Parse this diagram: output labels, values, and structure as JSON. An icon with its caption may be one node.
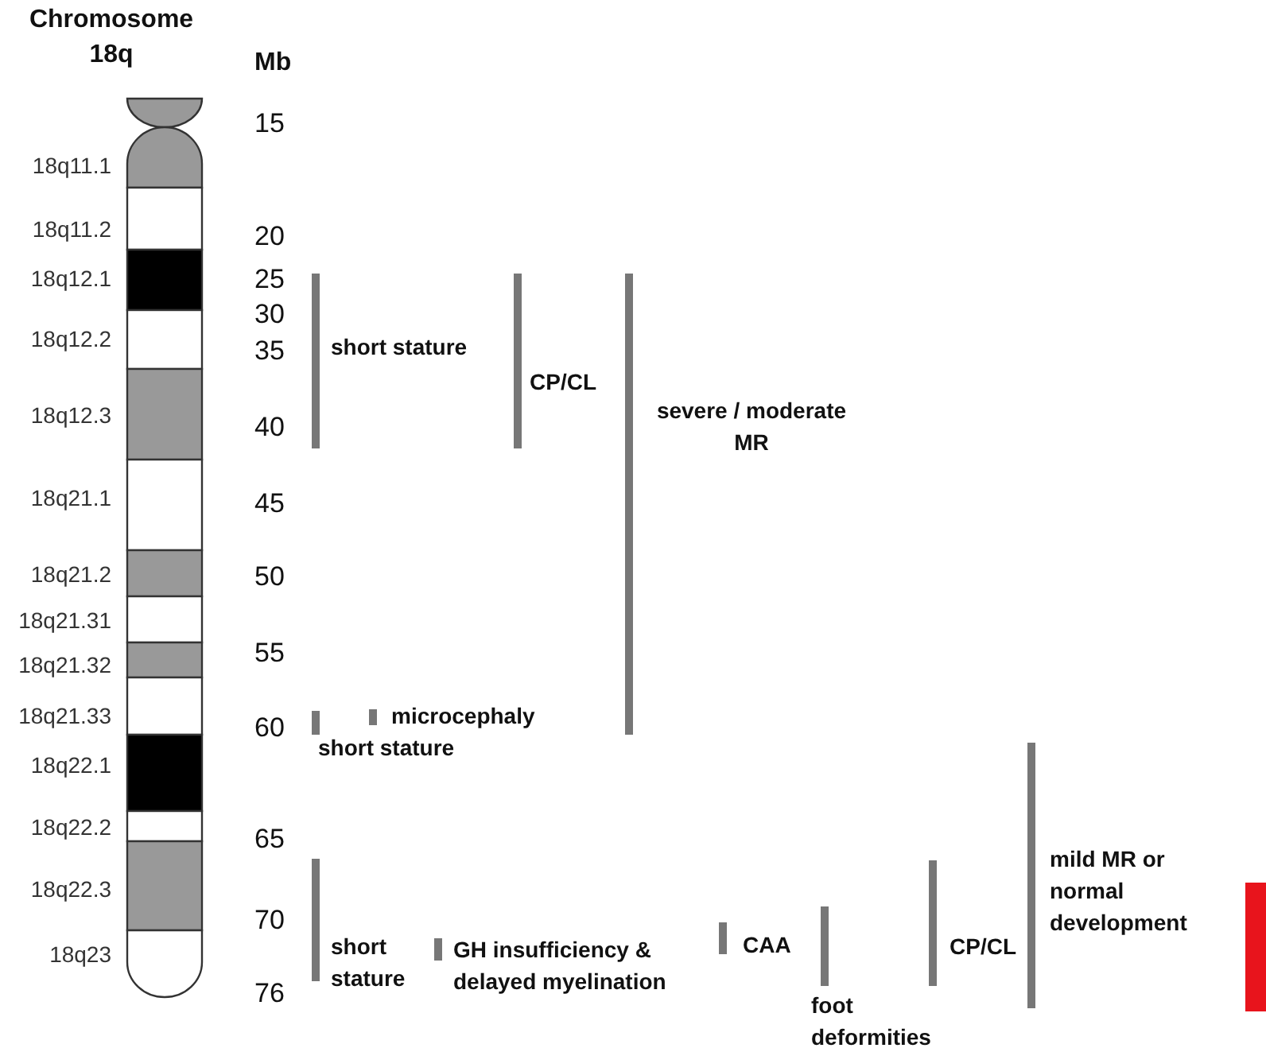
{
  "diagram": {
    "title": "Chromosome 18q",
    "nodes": [
      {
        "text": [],
        "shape": "bar",
        "beside": [
          "short stature"
        ]
      },
      {
        "text": [],
        "shape": "bar",
        "beside": [
          "CP/CL"
        ]
      },
      {
        "text": [],
        "shape": "bar",
        "beside": [
          "severe / moderate MR"
        ]
      },
      {
        "text": [],
        "shape": "bar",
        "beside": [
          "short stature"
        ]
      },
      {
        "text": [],
        "shape": "bar",
        "beside": [
          "microcephaly"
        ]
      },
      {
        "text": [],
        "shape": "bar",
        "beside": [
          "mild MR or normal development"
        ]
      },
      {
        "text": [],
        "shape": "bar",
        "beside": [
          "short stature"
        ]
      },
      {
        "text": [],
        "shape": "bar",
        "beside": [
          "GH insufficiency & delayed myelination"
        ]
      },
      {
        "text": [],
        "shape": "bar",
        "beside": [
          "CAA"
        ]
      },
      {
        "text": [],
        "shape": "bar",
        "beside": [
          "foot deformities"
        ]
      },
      {
        "text": [],
        "shape": "bar",
        "beside": [
          "CP/CL"
        ]
      },
      {
        "text": [],
        "shape": "bar"
      }
    ],
    "labels": [
      "Mb",
      "15",
      "18q11.1",
      "18q11.2",
      "20",
      "18q12.1",
      "25",
      "30",
      "18q12.2",
      "35",
      "18q12.3",
      "40",
      "18q21.1",
      "45",
      "18q21.2",
      "50",
      "18q21.31",
      "55",
      "18q21.32",
      "18q21.33",
      "60",
      "18q22.1",
      "18q22.2",
      "65",
      "18q22.3",
      "70",
      "18q23",
      "76"
    ]
  }
}
